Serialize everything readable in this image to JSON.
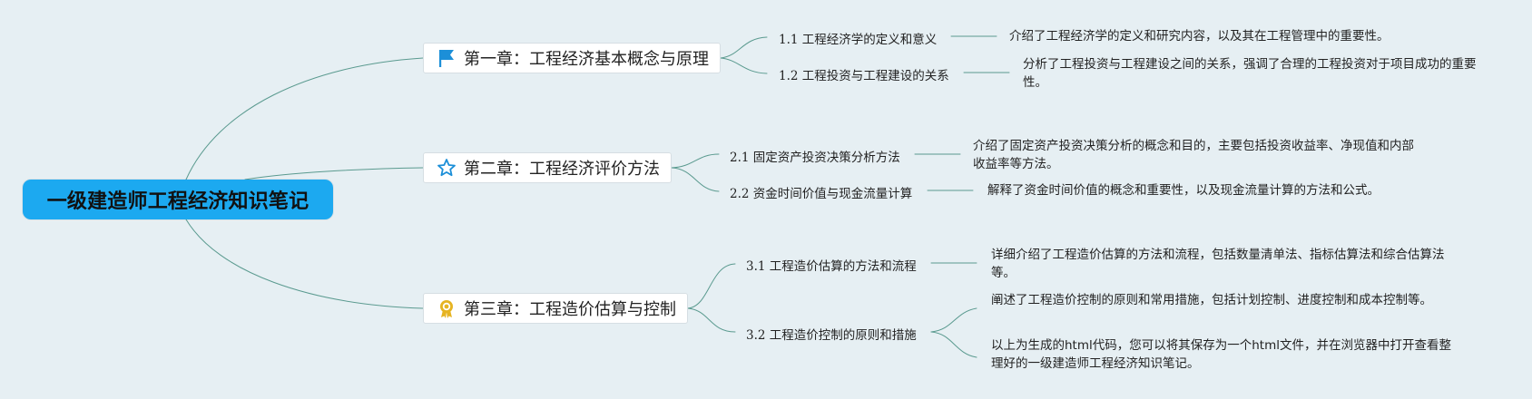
{
  "root": {
    "title": "一级建造师工程经济知识笔记"
  },
  "chapters": [
    {
      "title": "第一章：工程经济基本概念与原理",
      "icon": "flag-icon",
      "sections": [
        {
          "label": "1.1 工程经济学的定义和意义",
          "descs": [
            "介绍了工程经济学的定义和研究内容，以及其在工程管理中的重要性。"
          ]
        },
        {
          "label": "1.2 工程投资与工程建设的关系",
          "descs": [
            "分析了工程投资与工程建设之间的关系，强调了合理的工程投资对于项目成功的重要性。"
          ]
        }
      ]
    },
    {
      "title": "第二章：工程经济评价方法",
      "icon": "star-icon",
      "sections": [
        {
          "label": "2.1 固定资产投资决策分析方法",
          "descs": [
            "介绍了固定资产投资决策分析的概念和目的，主要包括投资收益率、净现值和内部收益率等方法。"
          ]
        },
        {
          "label": "2.2 资金时间价值与现金流量计算",
          "descs": [
            "解释了资金时间价值的概念和重要性，以及现金流量计算的方法和公式。"
          ]
        }
      ]
    },
    {
      "title": "第三章：工程造价估算与控制",
      "icon": "award-medal-icon",
      "sections": [
        {
          "label": "3.1 工程造价估算的方法和流程",
          "descs": [
            "详细介绍了工程造价估算的方法和流程，包括数量清单法、指标估算法和综合估算法等。"
          ]
        },
        {
          "label": "3.2 工程造价控制的原则和措施",
          "descs": [
            "阐述了工程造价控制的原则和常用措施，包括计划控制、进度控制和成本控制等。",
            "以上为生成的html代码，您可以将其保存为一个html文件，并在浏览器中打开查看整理好的一级建造师工程经济知识笔记。"
          ]
        }
      ]
    }
  ],
  "colors": {
    "background": "#e6eff3",
    "root_fill": "#1ca9f0",
    "link": "#5a9a8f",
    "flag": "#1c8fd8",
    "star": "#1c8fd8",
    "medal": "#e6b422"
  }
}
